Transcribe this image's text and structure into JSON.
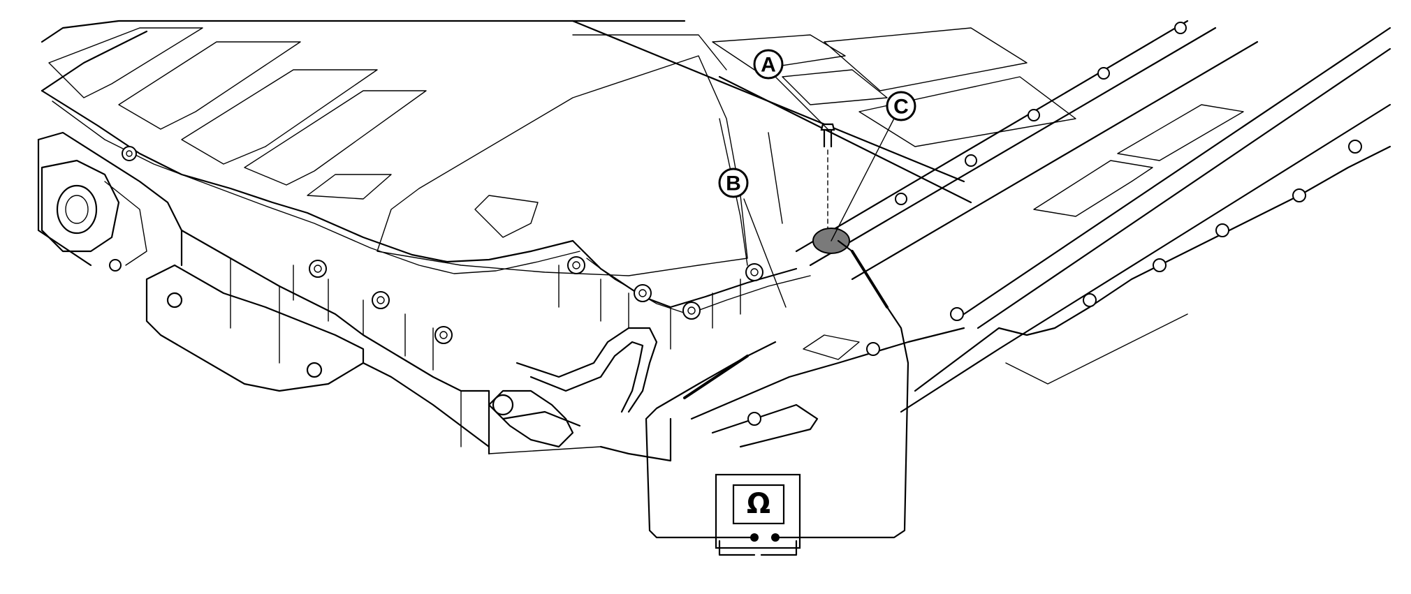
{
  "callouts": {
    "a": "A",
    "b": "B",
    "c": "C"
  },
  "meter": {
    "symbol": "Ω"
  }
}
